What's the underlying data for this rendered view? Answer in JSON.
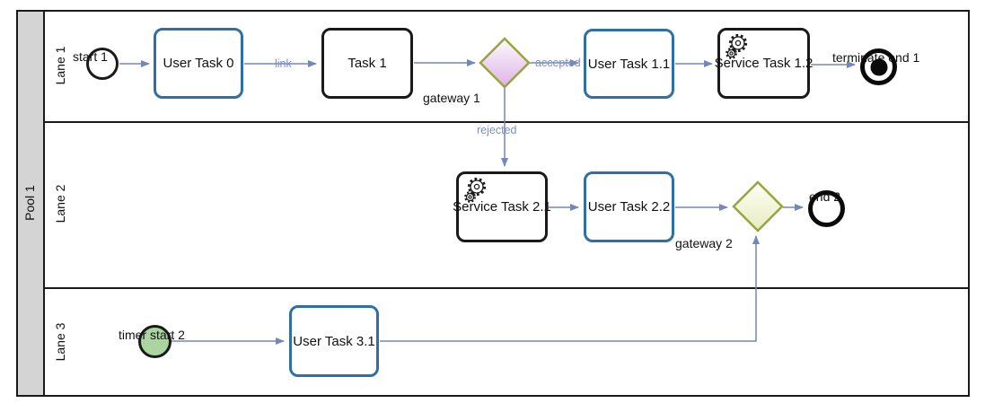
{
  "diagram": {
    "type": "bpmn-process",
    "pool": {
      "label": "Pool 1"
    },
    "lanes": [
      {
        "label": "Lane 1"
      },
      {
        "label": "Lane 2"
      },
      {
        "label": "Lane 3"
      }
    ],
    "nodes": {
      "start1": {
        "type": "start-event",
        "label": "start 1"
      },
      "userTask0": {
        "type": "user-task",
        "label": "User Task 0"
      },
      "task1": {
        "type": "task",
        "label": "Task 1"
      },
      "gateway1": {
        "type": "exclusive-gateway",
        "label": "gateway 1"
      },
      "userTask11": {
        "type": "user-task",
        "label": "User Task 1.1"
      },
      "serviceTask12": {
        "type": "service-task",
        "label": "Service Task 1.2",
        "icon": "gear-icon"
      },
      "terminateEnd1": {
        "type": "terminate-end-event",
        "label": "terminate end 1"
      },
      "serviceTask21": {
        "type": "service-task",
        "label": "Service Task 2.1",
        "icon": "gear-icon"
      },
      "userTask22": {
        "type": "user-task",
        "label": "User Task 2.2"
      },
      "gateway2": {
        "type": "exclusive-gateway",
        "label": "gateway 2"
      },
      "end2": {
        "type": "end-event",
        "label": "end 2"
      },
      "timerStart2": {
        "type": "timer-start-event",
        "label": "timer start 2"
      },
      "userTask31": {
        "type": "user-task",
        "label": "User Task 3.1"
      }
    },
    "edges": {
      "link": {
        "label": "link",
        "from": "userTask0",
        "to": "task1"
      },
      "accepted": {
        "label": "accepted",
        "from": "gateway1",
        "to": "userTask11"
      },
      "rejected": {
        "label": "rejected",
        "from": "gateway1",
        "to": "serviceTask21"
      }
    },
    "colors": {
      "pool_header_bg": "#d4d4d4",
      "border_black": "#1a1a1a",
      "task_blue_border": "#2e6fa8",
      "gateway_border": "#98a43f",
      "gateway1_fill_bottom": "#deb2e6",
      "gateway2_fill_bottom": "#e9ecc0",
      "timer_fill": "#abd4a0",
      "connector": "#7487ba",
      "edge_label_text": "#7d90c0"
    }
  }
}
